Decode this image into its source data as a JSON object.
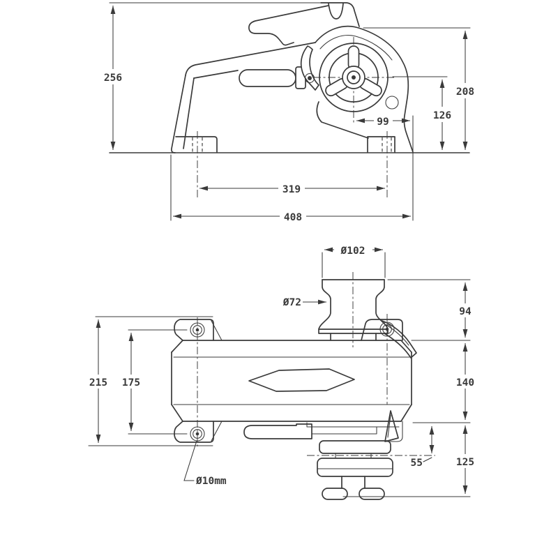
{
  "drawing_type": "windlass technical dimension drawing, two orthographic views",
  "colors": {
    "line": "#3a3a3a",
    "background": "#ffffff"
  },
  "side_view": {
    "name": "side elevation",
    "dims": {
      "overall_height": "256",
      "housing_height": "208",
      "wheel_center_height": "126",
      "wheel_to_edge": "99",
      "foot_bolt_spacing": "319",
      "overall_length": "408"
    }
  },
  "front_view": {
    "name": "front elevation",
    "dims": {
      "drum_top_diameter": "Ø102",
      "drum_waist_diameter": "Ø72",
      "drum_height": "94",
      "body_height": "140",
      "overall_width": "215",
      "bolt_spacing": "175",
      "gypsy_offset": "55",
      "underside_height": "125",
      "bolt_hole_diameter": "Ø10mm"
    }
  }
}
